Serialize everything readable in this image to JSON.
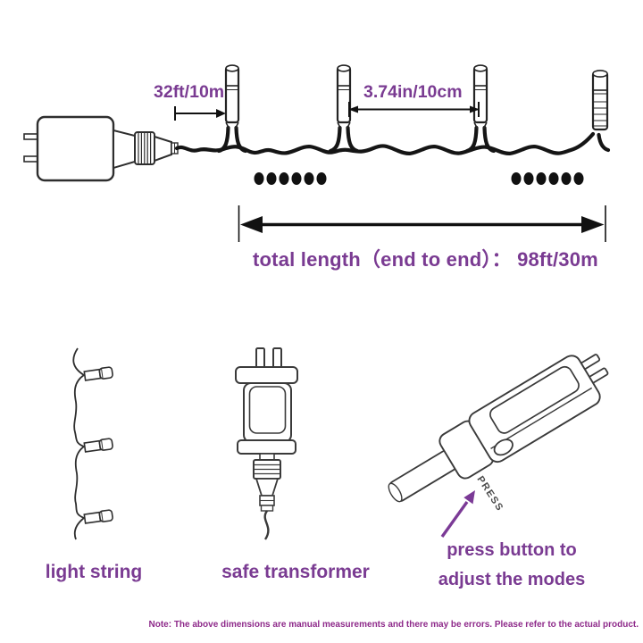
{
  "colors": {
    "label_purple": "#7a3b92",
    "note_magenta": "#8e2a8a",
    "arrow_purple": "#7b3a96",
    "wire_black": "#151515",
    "outline_gray": "#3a3a3a",
    "background": "#ffffff"
  },
  "diagram": {
    "measure_adapter_to_first_bulb": "32ft/10m",
    "measure_bulb_spacing": "3.74in/10cm",
    "total_length": "total length（end to end）： 98ft/30m"
  },
  "features": {
    "light_string": "light string",
    "transformer": "safe transformer",
    "controller_line1": "press button to",
    "controller_line2": "adjust the modes",
    "press_button": "PRESS"
  },
  "note": "Note: The above dimensions are manual measurements and there may be errors. Please refer to the actual product."
}
